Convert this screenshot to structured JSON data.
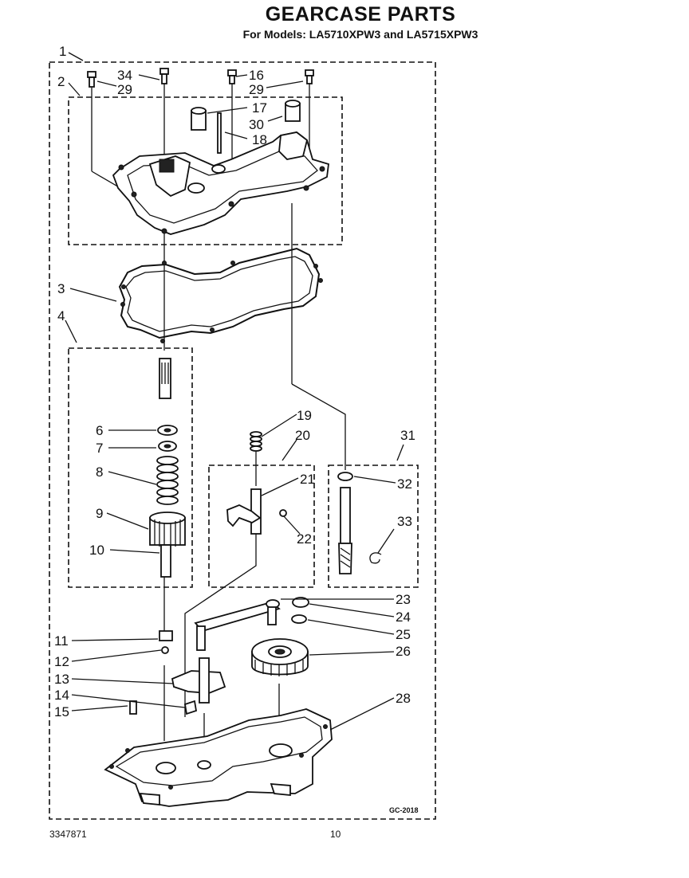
{
  "header": {
    "title": "GEARCASE PARTS",
    "subtitle": "For Models: LA5710XPW3 and LA5715XPW3"
  },
  "footer": {
    "part_number": "3347871",
    "page_number": "10",
    "code": "GC-2018"
  },
  "callouts": {
    "c1": "1",
    "c2": "2",
    "c3": "3",
    "c4": "4",
    "c6": "6",
    "c7": "7",
    "c8": "8",
    "c9": "9",
    "c10": "10",
    "c11": "11",
    "c12": "12",
    "c13": "13",
    "c14": "14",
    "c15": "15",
    "c16": "16",
    "c17": "17",
    "c18": "18",
    "c19": "19",
    "c20": "20",
    "c21": "21",
    "c22": "22",
    "c23": "23",
    "c24": "24",
    "c25": "25",
    "c26": "26",
    "c28": "28",
    "c29a": "29",
    "c29b": "29",
    "c30": "30",
    "c31": "31",
    "c32": "32",
    "c33": "33",
    "c34": "34"
  }
}
